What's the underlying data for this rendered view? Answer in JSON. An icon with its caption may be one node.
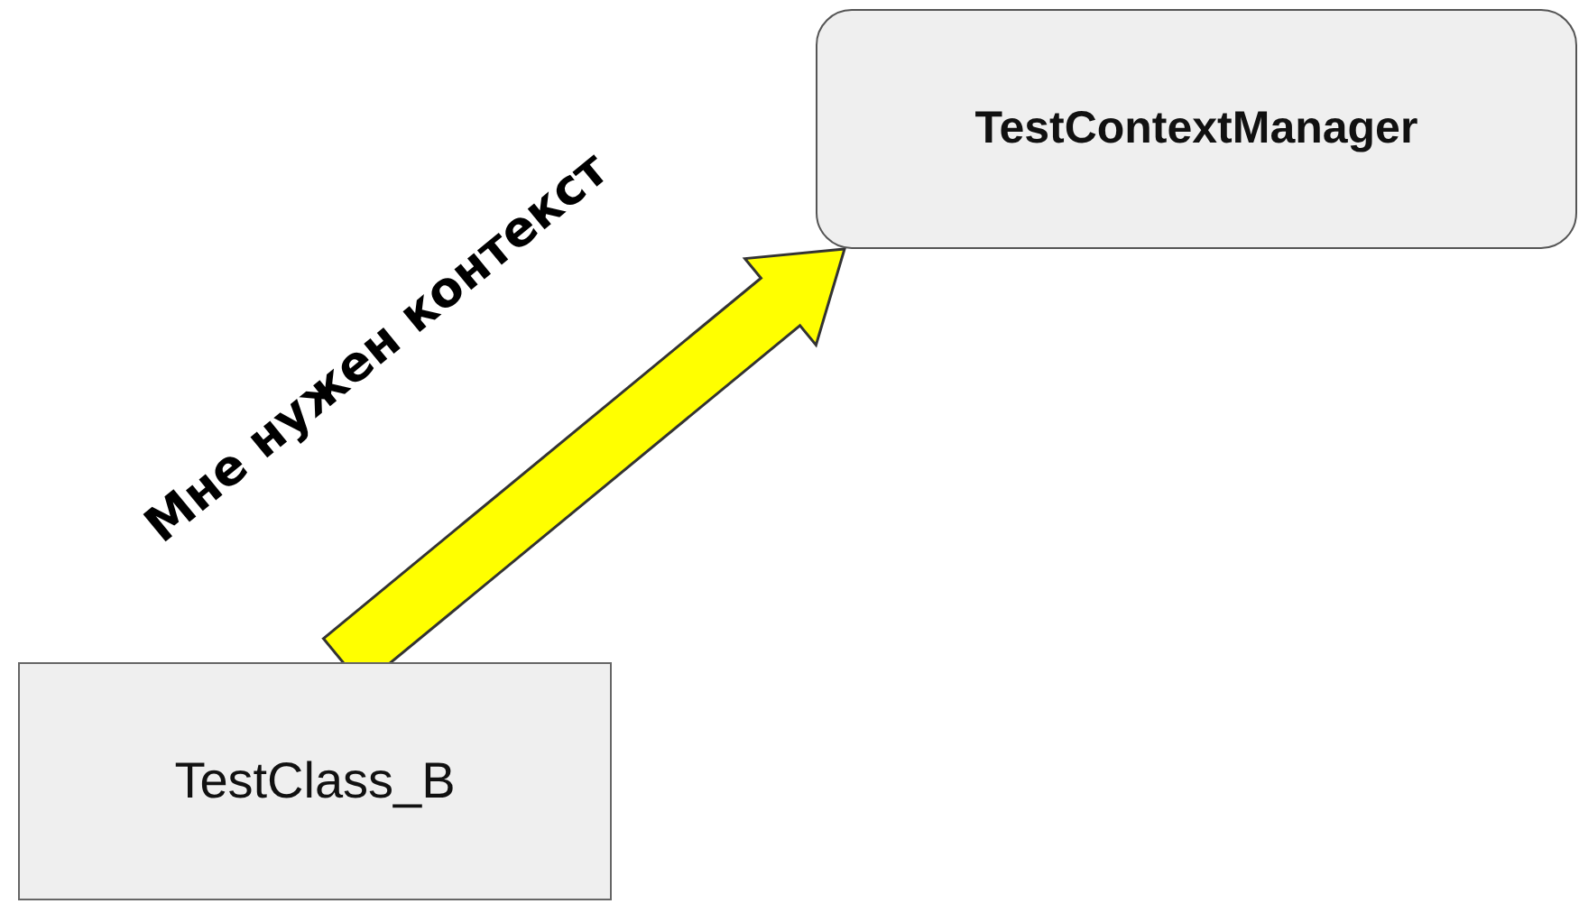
{
  "diagram": {
    "nodes": [
      {
        "text": [
          "TestContextManager"
        ]
      },
      {
        "text": [
          "TestClass_B"
        ]
      }
    ],
    "edges": [
      {
        "from": 1,
        "to": 0,
        "arrow": "to",
        "label": "Мне нужен контекст",
        "style": "thick",
        "color": "#ffff00"
      }
    ]
  }
}
